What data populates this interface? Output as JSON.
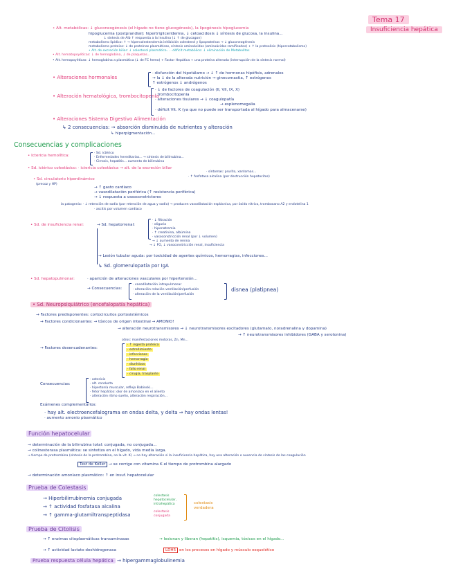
{
  "header": {
    "tema": "Tema 17",
    "subject": "Insuficiencia hepática"
  },
  "top": {
    "l1": "• Alt. metabólicas: ↓ gluconeogénesis (el hígado no tiene glucogénesis), la lipogénesis hipoglucemia",
    "l2": "hipoglucemia (postprandial): hipertrigliceridemia, ↓ cetoacidosis ↓ síntesis de glucosa, la insulina...",
    "l3": "↓ síntesis de Alb ↑ respuesta a la insulina (↓ ↑ de glucagon)",
    "l4": "metabolismo lipídico: ↑ → hipercolesterolemia inhibición colesterol y lipoproteínas → ↓ gluconeogénesis",
    "l5": "metabolismo proteico: ↓ de proteínas plasmáticas, síntesis aminoácidos (aminoácidos ramificados) + ↑ la proteolisis (hipercatabolismo)",
    "l6": "• Alt. de excreción biliar: ↓ colesterol plasmático...  · déficit metabólico: ↓ eliminación de Metabolitos",
    "l7": "• Alt. hematopoyéticas: ↓ de hemoglobina, ↓ de plaquetas...",
    "l8": "• Alt. hemopoyéticas: ↓ hemoglobina a plasmática (↓ de FC hemo) + Factor Hepática + una proteína alterada (interrupción de la síntesis normal)"
  },
  "alteraciones": {
    "hormonales": "• Alteraciones hormonales",
    "hormonales_d1": "· disfunción del hipotálamo → ↓ ↑ de hormonas hipófisis, adrenales",
    "hormonales_d2": "→ la ↓ de la alterada nutrición → ginecomastia, ↑ estrógenos",
    "hormonales_d3": "↑ estrógenos ↓ andrógenos",
    "hemato": "• Alteración hematológica, trombocitopenia",
    "hemato_d1": "· ↓ de factores de coagulación (II, VII, IX, X)",
    "hemato_d2": "· trombocitopenia",
    "hemato_d3": "· alteraciones tisulares → ↓ coagulopatía",
    "hemato_d4": "→ esplenomegalia",
    "hemato_d5": "· déficit Vit. K (ya que no puede ser transportada al hígado para almacenarse)",
    "sangre": "• Alteraciones Sistema Digestivo Alimentación",
    "sangre_d": "↳ 2 consecuencias: → absorción disminuida de nutrientes y alteración",
    "sangre_d2": "↳ hiperpigmentación..."
  },
  "consecuencias": {
    "heading": "Consecuencias y complicaciones",
    "ictericia": "• Ictericia hemolítica:",
    "ictericia_d1": "· Sd. ictérico",
    "ictericia_d2": "· Enfermedades hereditarias... → síntesis de bilirrubina...",
    "ictericia_d3": "· Cirrosis, hepatitis... aumento de bilirrubina",
    "icterico": "• Sd. ictérico colestásico: · ictericia colestásica → alt. de la excreción biliar",
    "icterico_d1": "· síntomas: prurito, xantomas...",
    "icterico_d2": "· ↑ fosfatasa alcalina (por destrucción hepatocitos)",
    "hipertension": "• Sd. circulatorio hiperdinámico",
    "hipertension_sub": "(precoz y HP)",
    "hip_d1": "→ ↑ gasto cardiaco",
    "hip_d2": "→ vasodilatación periférica (↑ resistencia periférica)",
    "hip_d3": "→ ↓ respuesta a vasoconstrictores",
    "hip_pat": "la patogenia: · ↓ retención de sodio (por retención de agua y sodio) → producen vasodilatación esplácnica, por óxido nítrico, tromboxano A2 y endotelina 1",
    "hip_pat2": "· ascitis por volumen cardiaco",
    "renal": "• Sd. de insuficiencia renal:",
    "renal_d0": "→ Sd. hepatorrenal:",
    "renal_d1": "· ↓ filtración",
    "renal_d2": "· oliguria",
    "renal_d3": "· hiponatremia",
    "renal_d4": "· ↑ creatinina, albúmina",
    "renal_d5": "· vasoconstricción renal (por ↓ volumen)",
    "renal_d6": "→ ↓ aumento de renina",
    "renal_d7": "→ ↓ FG, ↓ vasoconstricción renal, insuficiencia",
    "renal_d8": "→ Lesión tubular aguda: por toxicidad de agentes químicos, hemorragias, infecciones...",
    "renal_d9": "↳ Sd. glomerulopatía por IgA",
    "hepatopulmonar": "• Sd. hepatopulmonar:",
    "hepatopulmonar_d": "· aparición de alteraciones vasculares por hipertensión...",
    "hp_cons": "→ Consecuencias:",
    "hp_c1": "· vasodilatación intrapulmonar",
    "hp_c2": "· alteración relación ventilación/perfusión",
    "hp_c3": "· alteración de la ventilación/perfusión",
    "hp_result": "disnea (platipnea)",
    "encef": "• Sd. Neuropsiquiátrico (encefalopatía hepática)",
    "enc_f1": "→ Factores predisponentes: cortocircuitos portosistémicos",
    "enc_f2": "→ Factores condicionantes: → tóxicos de origen intestinal → AMONIO!",
    "enc_f3": "→ alteración neurotransmisores → ↓ neurotransmisores excitadores (glutamato, noradrenalina y dopamina)",
    "enc_f3b": "→ ↑ neurotransmisores inhibidores (GABA y serotonina)",
    "enc_f4": "otros: manifestaciones motoras, Zn, Mn...",
    "enc_des": "→ Factores desencadenantes:",
    "enc_d": [
      "· ↑ ingesta proteica",
      "· estreñimiento",
      "· infecciones",
      "· hemorragia",
      "· diuréticos",
      "· fallo renal",
      "· cirugía, trasplante"
    ],
    "enc_cons": "Consecuencias:",
    "enc_c1": "· asterixis",
    "enc_c2": "· alt. conducta",
    "enc_c3": "· hipertonía muscular, reflejo Babinski...",
    "enc_c4": "· fetor hepático: olor de amoníaco en el aliento",
    "enc_c5": "· alteración ritmo sueño, alteración respiración...",
    "exam": "Exámenes complementarios:",
    "exam_d1": "· hay alt. electroencefalograma en ondas delta, y delta ⇒ hay ondas lentas!",
    "exam_d2": "· aumento amonio plasmático"
  },
  "funcion": {
    "heading": "Función hepatocelular",
    "d1": "→ determinación de la bilirrubina total: conjugada, no conjugada...",
    "d2": "→ colinesterasa plasmática: se sintetiza en el hígado, vida media larga.",
    "d3": "→ tiempo de protrombina (síntesis de la protrombina, no la vit. K) → no hay alteración si la insuficiencia hepática, hay una alteración o ausencia de síntesis de las coagulación",
    "test": "Test de Koller",
    "test_d": "→ se corrige con vitamina K el tiempo de protrombina alargado",
    "d4": "→ determinación amoníaco plasmático: ↑ en insuf. hepatocelular"
  },
  "colestasis": {
    "heading": "Prueba de Colestasis",
    "i1": "→ Hiperbilirrubinemia conjugada",
    "i2": "→ ↑ actividad fosfatasa alcalina",
    "i3": "→ ↑ gamma-glutamiltranspeptidasa",
    "g1": "colestasis hepatocelular, intrahepática",
    "g2": "colestasis conjugada",
    "g3": "colestasis verdadera"
  },
  "citolisis": {
    "heading": "Prueba de Citolisis",
    "i1": "→ ↑ enzimas citoplasmáticas transaminasas",
    "i1b": "→ lesionan y liberan (hepatitis), isquemia, tóxicos en el hígado...",
    "i2": "→ ↑ actividad lactato deshidrogenasa",
    "ldh": "LDH5",
    "i2b": "en los procesos en hígado y músculo esquelético",
    "mesen": "Prueba respuesta célula hepática",
    "mesen_d": "→ hipergammaglobulinemia"
  }
}
